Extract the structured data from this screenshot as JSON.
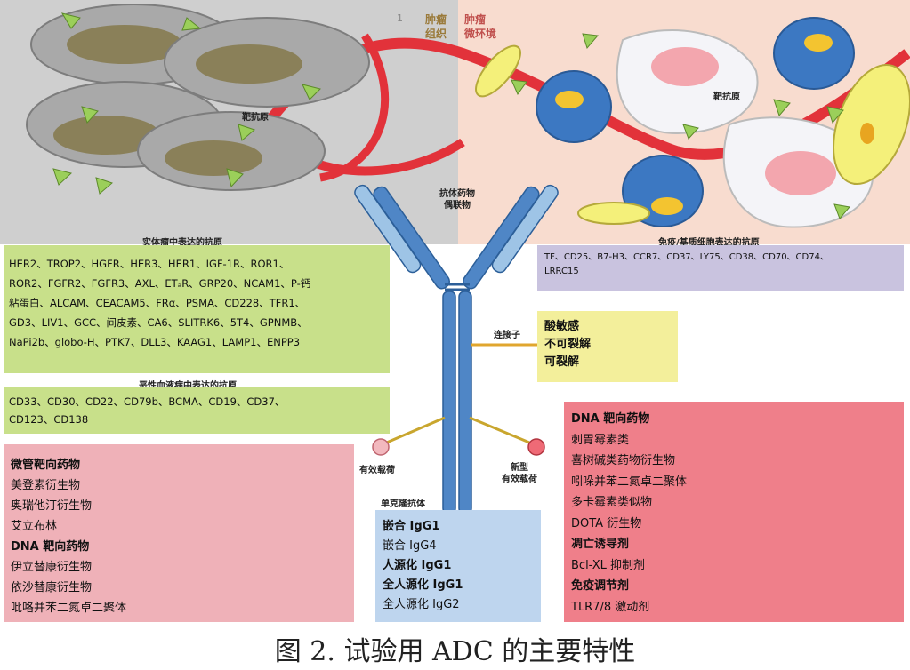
{
  "figure": {
    "caption": "图 2. 试验用 ADC 的主要特性",
    "top_left_number": "1",
    "tumor_tissue_label": "肿瘤\n组织",
    "tumor_micro_label": "肿瘤\n微环境",
    "target_antigen_label_left": "靶抗原",
    "target_antigen_label_right": "靶抗原",
    "antibody_drug_conjugate_label": "抗体药物\n偶联物",
    "linker_label": "连接子",
    "payload_left_label": "有效载荷",
    "payload_right_label": "新型\n有效载荷",
    "mab_label": "单克隆抗体"
  },
  "solid_tumor": {
    "title": "实体瘤中表达的抗原",
    "lines": [
      "HER2、TROP2、HGFR、HER3、HER1、IGF-1R、ROR1、",
      "ROR2、FGFR2、FGFR3、AXL、ETₐR、GRP20、NCAM1、P-钙",
      "粘蛋白、ALCAM、CEACAM5、FRα、PSMA、CD228、TFR1、",
      "GD3、LIV1、GCC、间皮素、CA6、SLITRK6、5T4、GPNMB、",
      "NaPi2b、globo-H、PTK7、DLL3、KAAG1、LAMP1、ENPP3"
    ]
  },
  "hematologic": {
    "title": "恶性血液病中表达的抗原",
    "lines": [
      "CD33、CD30、CD22、CD79b、BCMA、CD19、CD37、",
      "CD123、CD138"
    ]
  },
  "immune_stromal": {
    "title": "免疫/基质细胞表达的抗原",
    "lines": [
      "TF、CD25、B7-H3、CCR7、CD37、LY75、CD38、CD70、CD74、",
      "LRRC15"
    ]
  },
  "linker_types": {
    "items": [
      "酸敏感",
      "不可裂解",
      "可裂解"
    ]
  },
  "payloads_left": {
    "items": [
      {
        "text": "微管靶向药物",
        "bold": true
      },
      {
        "text": "美登素衍生物",
        "bold": false
      },
      {
        "text": "奥瑞他汀衍生物",
        "bold": false
      },
      {
        "text": "艾立布林",
        "bold": false
      },
      {
        "text": "DNA 靶向药物",
        "bold": true
      },
      {
        "text": "伊立替康衍生物",
        "bold": false
      },
      {
        "text": "依沙替康衍生物",
        "bold": false
      },
      {
        "text": "吡咯并苯二氮卓二聚体",
        "bold": false
      }
    ]
  },
  "payloads_right": {
    "items": [
      {
        "text": "DNA 靶向药物",
        "bold": true
      },
      {
        "text": "刺胃霉素类",
        "bold": false
      },
      {
        "text": "喜树碱类药物衍生物",
        "bold": false
      },
      {
        "text": "吲哚并苯二氮卓二聚体",
        "bold": false
      },
      {
        "text": "多卡霉素类似物",
        "bold": false
      },
      {
        "text": "DOTA 衍生物",
        "bold": false
      },
      {
        "text": "凋亡诱导剂",
        "bold": true
      },
      {
        "text": "Bcl-XL 抑制剂",
        "bold": false
      },
      {
        "text": "免疫调节剂",
        "bold": true
      },
      {
        "text": "TLR7/8 激动剂",
        "bold": false
      }
    ]
  },
  "mab_types": {
    "items": [
      {
        "text": "嵌合 IgG1",
        "bold": true
      },
      {
        "text": "嵌合 IgG4",
        "bold": false
      },
      {
        "text": "人源化 IgG1",
        "bold": true
      },
      {
        "text": "全人源化 IgG1",
        "bold": true
      },
      {
        "text": "全人源化 IgG2",
        "bold": false
      }
    ]
  },
  "colors": {
    "tumor_bg": "#cfcfcf",
    "micro_bg": "#f8dccf",
    "solid_box": "#c8e08a",
    "immune_box": "#c9c3df",
    "left_payload_box": "#efb1b8",
    "right_payload_box": "#ef7f8a",
    "mab_box": "#bed5ee",
    "linker_box": "#f3ef9b",
    "antibody_blue": "#4f86c6",
    "vessel_red": "#e2323a"
  }
}
